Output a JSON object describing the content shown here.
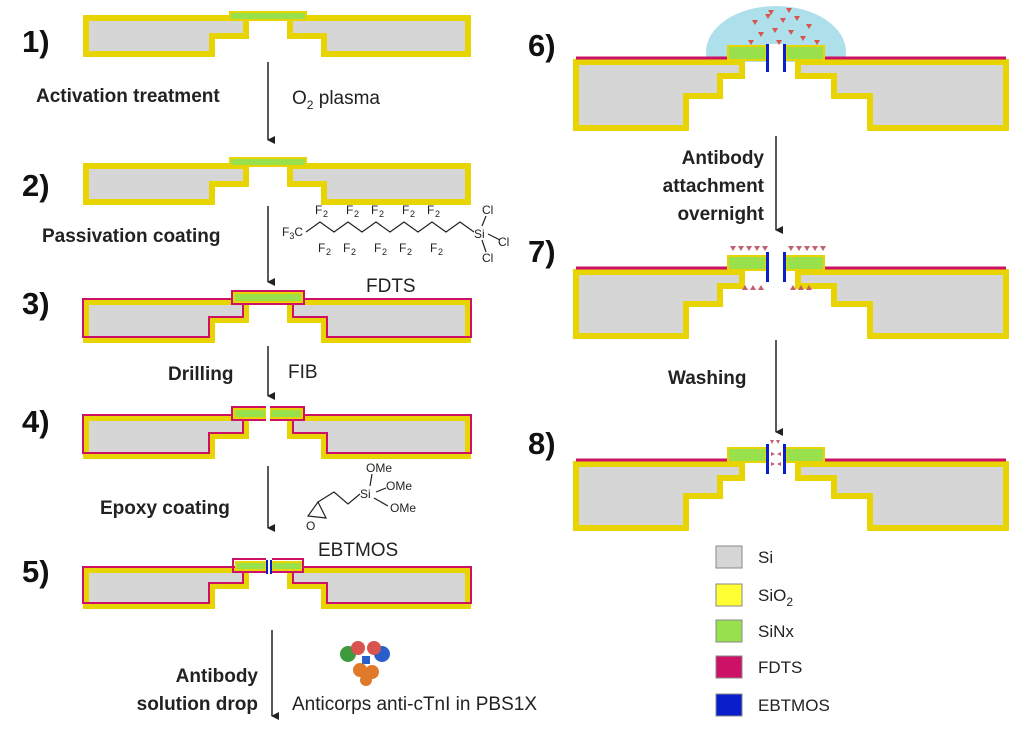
{
  "steps": [
    "1)",
    "2)",
    "3)",
    "4)",
    "5)",
    "6)",
    "7)",
    "8)"
  ],
  "labels": {
    "activation": "Activation treatment",
    "o2_main": "O",
    "o2_sub": "2",
    "o2_rest": " plasma",
    "passivation": "Passivation coating",
    "drilling": "Drilling",
    "fib": "FIB",
    "epoxy": "Epoxy coating",
    "antibody_drop_1": "Antibody",
    "antibody_drop_2": "solution drop",
    "anticorps": "Anticorps anti-cTnI in PBS1X",
    "attach_1": "Antibody",
    "attach_2": "attachment",
    "attach_3": "overnight",
    "washing": "Washing"
  },
  "chem": {
    "fdts_name": "FDTS",
    "ebtmos_name": "EBTMOS",
    "fdts_f3c": "F",
    "fdts_f3c_sub": "3",
    "fdts_c": "C",
    "fdts_f2": "F",
    "fdts_f2_sub": "2",
    "fdts_si": "Si",
    "fdts_cl": "Cl",
    "ebtmos_si": "Si",
    "ebtmos_ome": "OMe",
    "ebtmos_o": "O"
  },
  "legend": [
    {
      "label": "Si",
      "color": "#d6d6d6"
    },
    {
      "label": "SiO",
      "sub": "2",
      "color": "#ffff33"
    },
    {
      "label": "SiNx",
      "color": "#99e04d"
    },
    {
      "label": "FDTS",
      "color": "#cc1166"
    },
    {
      "label": "EBTMOS",
      "color": "#0a1ecc"
    }
  ],
  "colors": {
    "si": "#d6d6d6",
    "sio2": "#ffff33",
    "sinx": "#99e04d",
    "fdts": "#cc1166",
    "ebtmos": "#0a1ecc",
    "drop": "#aee0ec",
    "antibody_red": "#d9534f",
    "antibody_green": "#3c9a3c",
    "antibody_blue": "#2a5fc9",
    "antibody_orange": "#e07a2a"
  }
}
